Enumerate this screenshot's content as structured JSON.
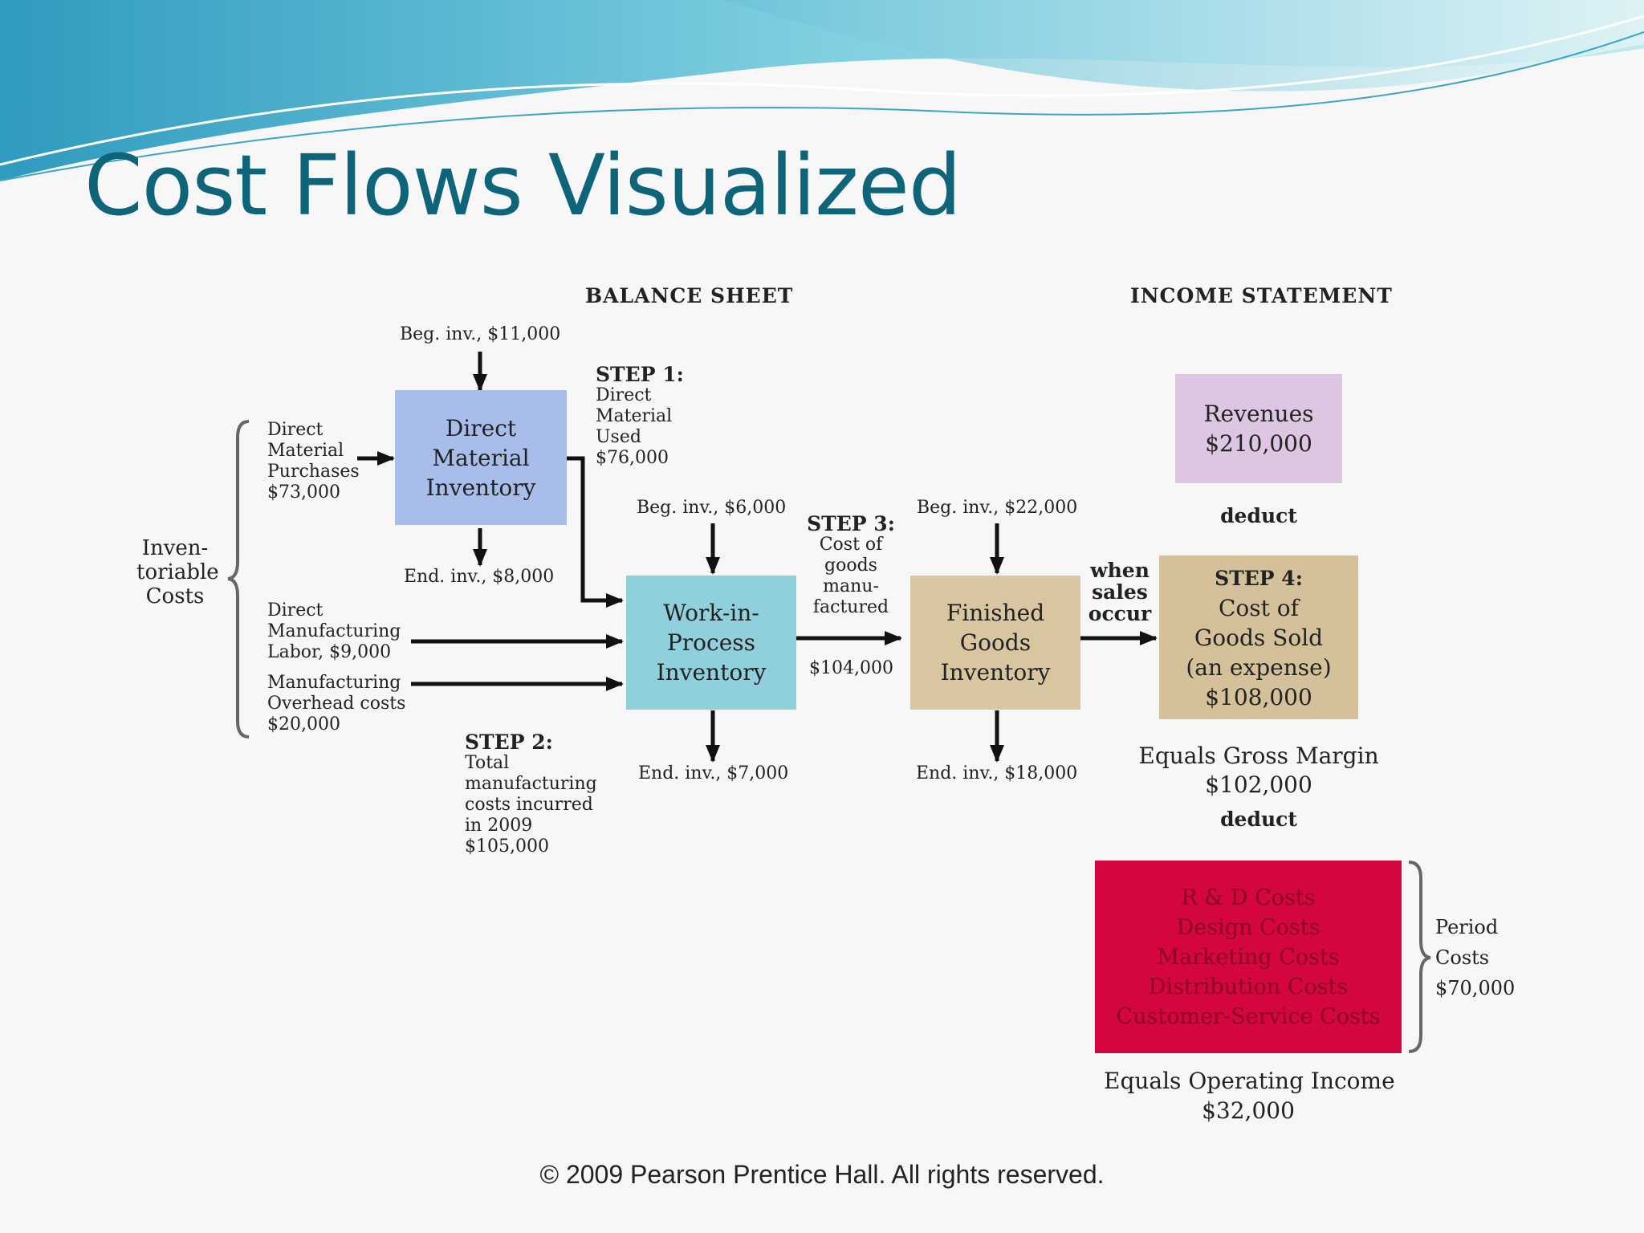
{
  "title": "Cost Flows Visualized",
  "headers": {
    "balance_sheet": "BALANCE SHEET",
    "income_statement": "INCOME STATEMENT"
  },
  "inventoriable_costs": [
    "Inven-",
    "toriable",
    "Costs"
  ],
  "dm_purchases": [
    "Direct",
    "Material",
    "Purchases",
    "$73,000"
  ],
  "direct_labor": [
    "Direct",
    "Manufacturing",
    "Labor, $9,000"
  ],
  "overhead": [
    "Manufacturing",
    "Overhead costs",
    "$20,000"
  ],
  "dm_inventory": {
    "name": [
      "Direct",
      "Material",
      "Inventory"
    ],
    "beg": "Beg. inv., $11,000",
    "end": "End. inv., $8,000",
    "color": "#a9bdeb"
  },
  "step1": {
    "title": "STEP 1:",
    "lines": [
      "Direct",
      "Material",
      "Used",
      "$76,000"
    ]
  },
  "wip_inventory": {
    "name": [
      "Work-in-",
      "Process",
      "Inventory"
    ],
    "beg": "Beg. inv., $6,000",
    "end": "End. inv., $7,000",
    "color": "#8fd0dc"
  },
  "step2": {
    "title": "STEP 2:",
    "lines": [
      "Total",
      "manufacturing",
      "costs incurred",
      "in 2009",
      "$105,000"
    ]
  },
  "step3": {
    "title": "STEP 3:",
    "lines": [
      "Cost of",
      "goods",
      "manu-",
      "factured"
    ],
    "amount": "$104,000"
  },
  "fg_inventory": {
    "name": [
      "Finished",
      "Goods",
      "Inventory"
    ],
    "beg": "Beg. inv., $22,000",
    "end": "End. inv., $18,000",
    "color": "#d7c6a0"
  },
  "when_sales_occur": [
    "when",
    "sales",
    "occur"
  ],
  "revenues": {
    "lines": [
      "Revenues",
      "$210,000"
    ],
    "color": "#dcc6e2"
  },
  "deduct_1": "deduct",
  "step4": {
    "lines": [
      "STEP 4:",
      "Cost of",
      "Goods Sold",
      "(an expense)",
      "$108,000"
    ],
    "color": "#d4c19a"
  },
  "gross_margin": [
    "Equals Gross Margin",
    "$102,000"
  ],
  "deduct_2": "deduct",
  "period_costs_box": {
    "lines": [
      "R & D Costs",
      "Design Costs",
      "Marketing Costs",
      "Distribution Costs",
      "Customer-Service Costs"
    ],
    "color": "#d4063f",
    "text_color": "#8a0024"
  },
  "period_costs": [
    "Period",
    "Costs",
    "$70,000"
  ],
  "operating_income": [
    "Equals Operating Income",
    "$32,000"
  ],
  "footer": "© 2009 Pearson Prentice Hall. All rights reserved."
}
